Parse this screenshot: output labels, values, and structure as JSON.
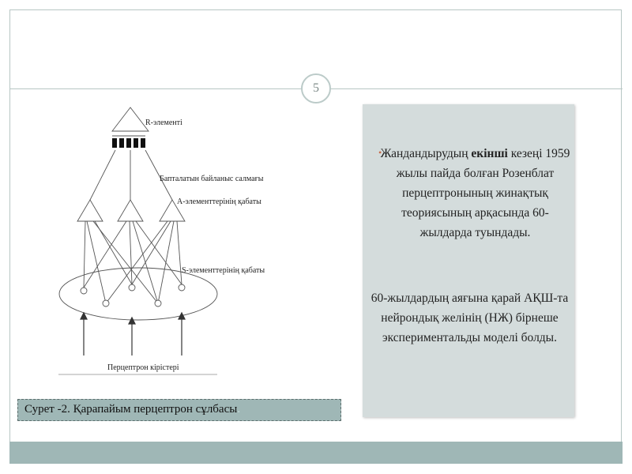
{
  "page": {
    "number": "5"
  },
  "diagram": {
    "labels": {
      "r_element": "R-элементі",
      "weights": "Бапталатын байланыс салмағы",
      "a_layer": "А-элементтерінің қабаты",
      "s_layer": "S-элементтерінің қабаты",
      "inputs": "Перцептрон кірістері"
    }
  },
  "caption": {
    "text": "Сурет -2. Қарапайым перцептрон сұлбасы",
    "tail": "."
  },
  "textbox": {
    "p1_pre": "Жандандырудың ",
    "p1_bold": "екінші",
    "p1_post": " кезеңі 1959 жылы пайда болған Розенблат перцептронының жинақтық теориясының арқасында 60-жылдарда туындады.",
    "p2": "60-жылдардың аяғына қарай АҚШ-та нейрондық желінің (НЖ) бірнеше экспериментальды моделі болды."
  },
  "colors": {
    "accent": "#9fb7b6",
    "frame": "#b7c6c4",
    "textbox_bg": "#d4dcdc",
    "bullet": "#c76a4a"
  }
}
